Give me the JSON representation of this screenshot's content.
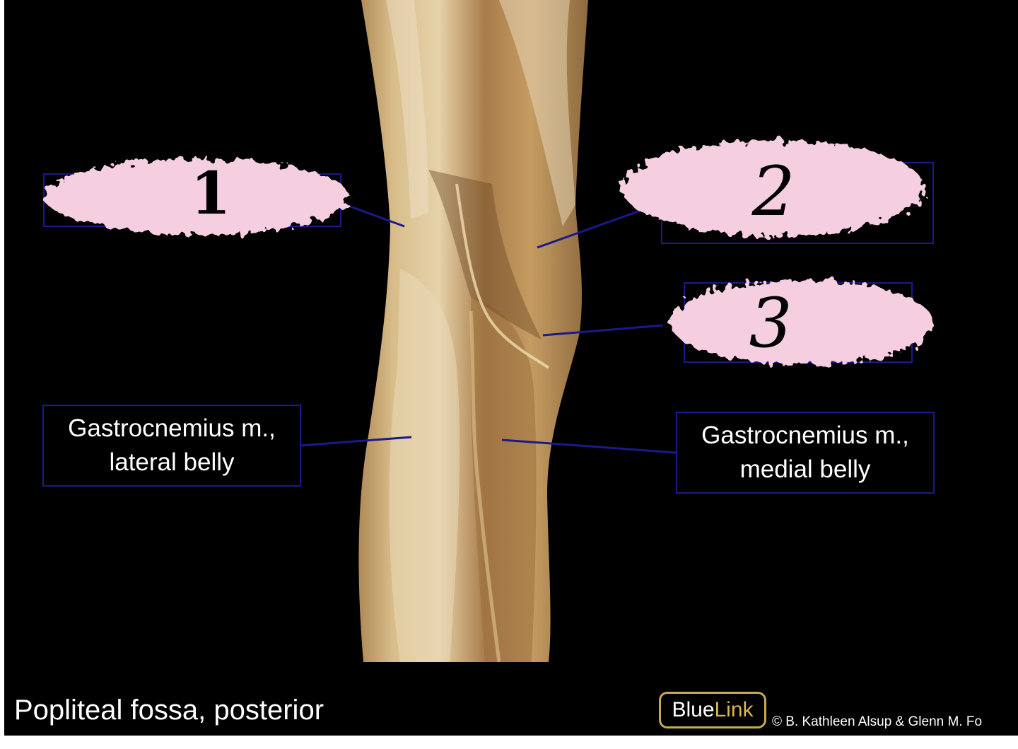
{
  "labels": {
    "gastro_lateral_line1": "Gastrocnemius m.,",
    "gastro_lateral_line2": "lateral belly",
    "gastro_medial_line1": "Gastrocnemius m.,",
    "gastro_medial_line2": "medial belly"
  },
  "numbers": {
    "n1": "1",
    "n2": "2",
    "n3": "3"
  },
  "caption": "Popliteal fossa, posterior",
  "logo": {
    "part1": "Blue",
    "part2": "Link"
  },
  "copyright": "© B. Kathleen Alsup & Glenn M. Fo",
  "colors": {
    "background": "#000000",
    "leader_line": "#1a1a8c",
    "cover_patch": "#f5cfe0",
    "logo_gold": "#d9b74f"
  }
}
